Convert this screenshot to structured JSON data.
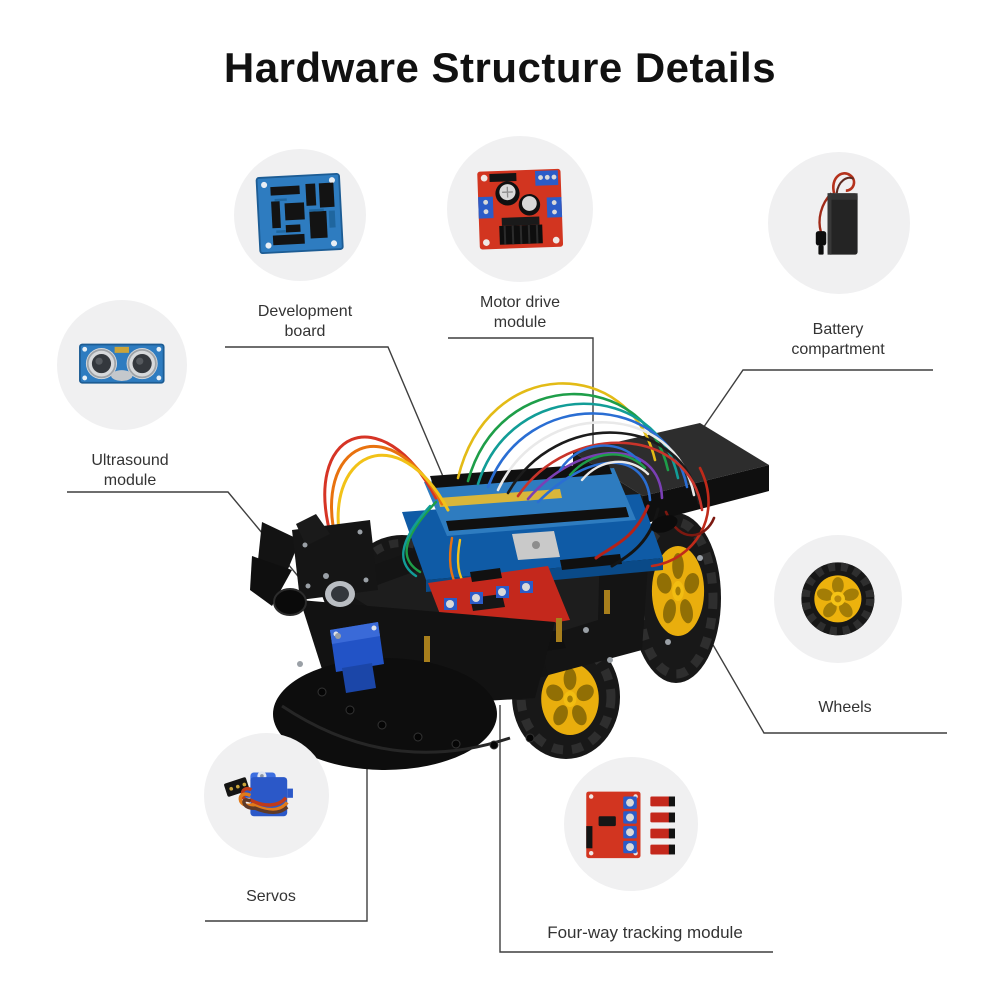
{
  "page": {
    "title": "Hardware Structure Details"
  },
  "colors": {
    "background": "#ffffff",
    "title_text": "#111111",
    "label_text": "#333333",
    "callout_line": "#3f3f3f",
    "circle_background": "#f0f0f1",
    "wheel_yellow": "#e9ae0d",
    "board_blue": "#2e7cc0",
    "board_red": "#d23520",
    "chassis_black": "#141414"
  },
  "callouts": {
    "development_board": {
      "label_lines": [
        "Development",
        "board"
      ]
    },
    "motor_drive_module": {
      "label_lines": [
        "Motor drive",
        "module"
      ]
    },
    "battery_compartment": {
      "label_lines": [
        "Battery",
        "compartment"
      ]
    },
    "ultrasound_module": {
      "label_lines": [
        "Ultrasound",
        "module"
      ]
    },
    "wheels": {
      "label_lines": [
        "Wheels"
      ]
    },
    "servos": {
      "label_lines": [
        "Servos"
      ]
    },
    "four_way_tracking_module": {
      "label_lines": [
        "Four-way tracking module"
      ]
    }
  }
}
